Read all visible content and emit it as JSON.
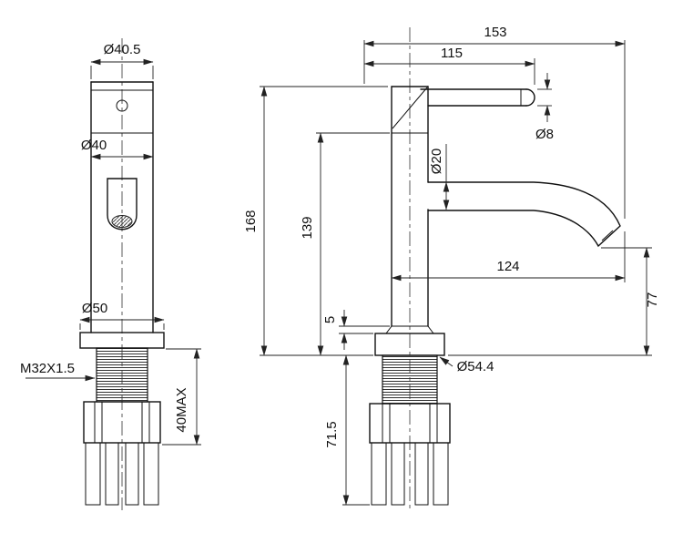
{
  "drawing": {
    "type": "technical-dimension-drawing",
    "colors": {
      "background": "#ffffff",
      "object_line": "#111111",
      "dimension_line": "#222222"
    },
    "labels": {
      "cap_diameter": "Ø40.5",
      "body_diameter": "Ø40",
      "base_diameter": "Ø50",
      "thread_spec": "M32X1.5",
      "max_deck_thickness": "40MAX",
      "overall_projection": "153",
      "handle_projection": "115",
      "handle_rod_diameter": "Ø8",
      "spout_diameter": "Ø20",
      "overall_height": "168",
      "spout_top_height": "139",
      "spout_reach": "124",
      "outlet_height": "77",
      "collar_gap": "5",
      "flange_diameter": "Ø54.4",
      "shank_length": "71.5"
    }
  }
}
